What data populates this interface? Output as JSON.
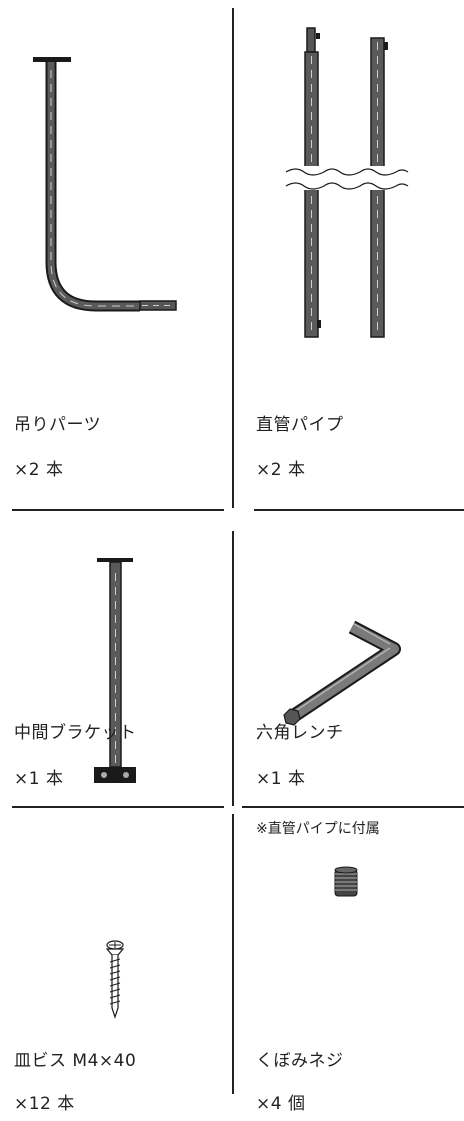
{
  "parts": [
    {
      "name": "吊りパーツ",
      "qty": "×2 本"
    },
    {
      "name": "直管パイプ",
      "qty": "×2 本"
    },
    {
      "name": "中間ブラケット",
      "qty": "×1 本"
    },
    {
      "name": "六角レンチ",
      "qty": "×1 本"
    },
    {
      "name": "皿ビス M4×40",
      "qty": "×12 本"
    },
    {
      "name": "くぼみネジ",
      "qty": "×4 個"
    }
  ],
  "notes": {
    "pipe_accessory": "※直管パイプに付属"
  }
}
